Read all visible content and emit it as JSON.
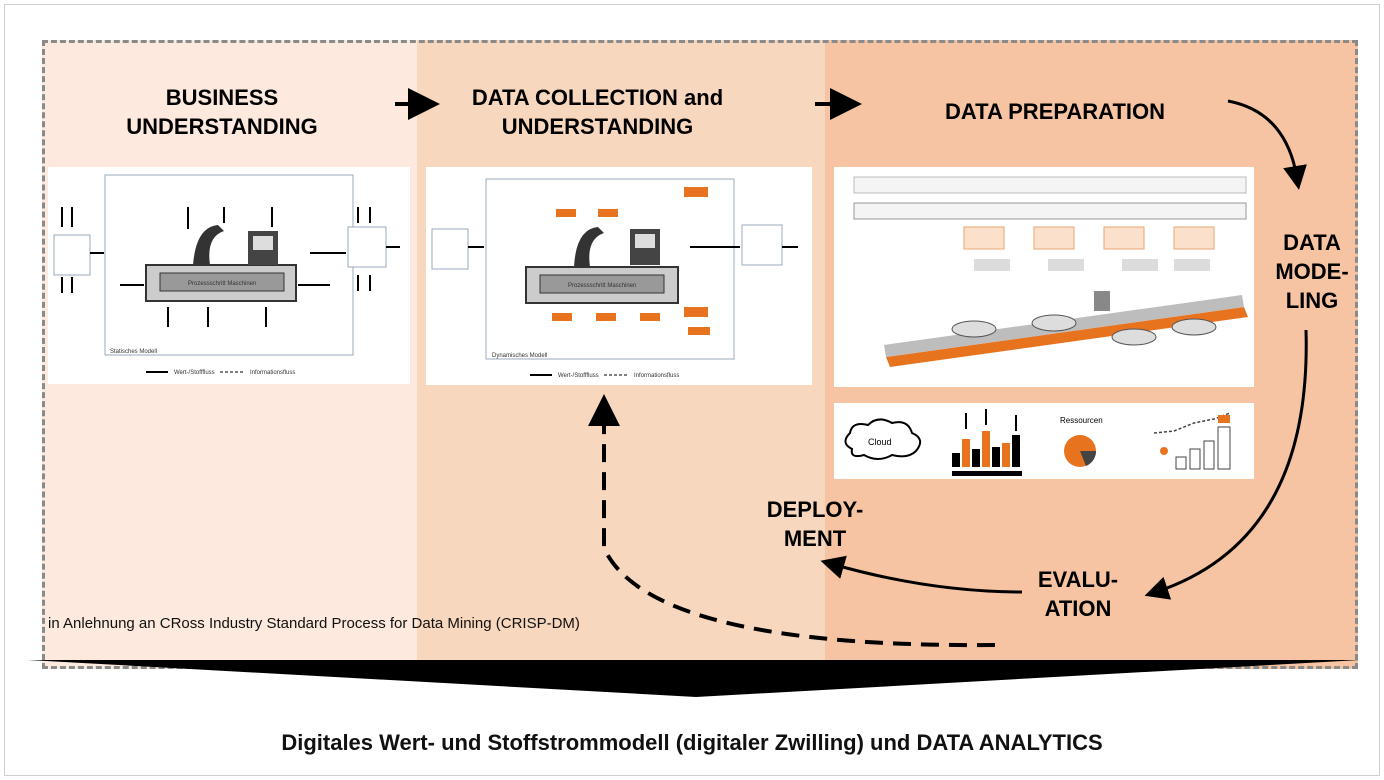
{
  "phases": {
    "business_understanding": "BUSINESS\nUNDERSTANDING",
    "data_collection": "DATA COLLECTION and\nUNDERSTANDING",
    "data_preparation": "DATA PREPARATION",
    "data_modeling": "DATA\nMODE-\nLING",
    "evaluation": "EVALU-\nATION",
    "deployment": "DEPLOY-\nMENT"
  },
  "credit": "in Anlehnung an CRoss Industry Standard Process for Data Mining (CRISP-DM)",
  "bottom_title": "Digitales Wert- und Stoffstrommodell (digitaler Zwilling) und DATA ANALYTICS",
  "thumbnails": {
    "static_model_caption": "Statisches Modell",
    "dynamic_model_caption": "Dynamisches Modell",
    "process_step": "Prozessschritt Maschinen",
    "legend_flow": "Wert-/Stofffluss",
    "legend_info": "Informationsfluss",
    "cloud": "Cloud",
    "resources": "Ressourcen"
  },
  "colors": {
    "panel1": "#fde9dd",
    "panel2": "#f8d7bf",
    "panel3": "#f6c4a2",
    "accent_orange": "#e8731f"
  }
}
